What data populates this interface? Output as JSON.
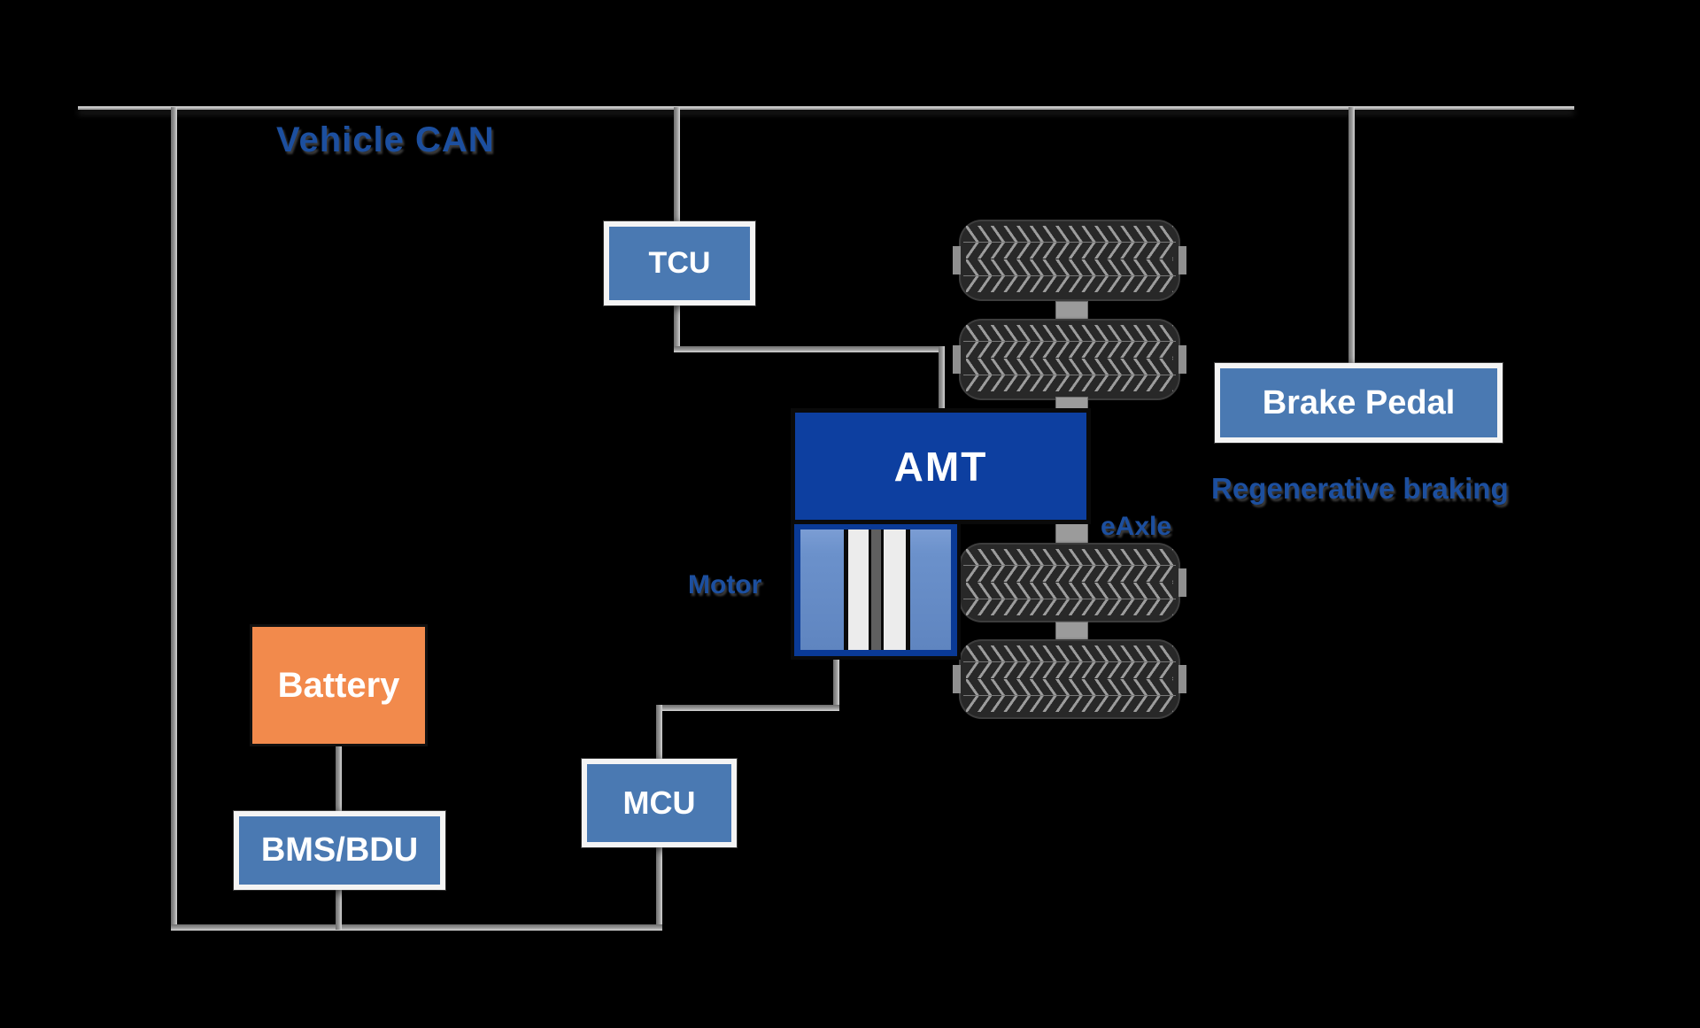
{
  "diagram": {
    "bus_label": "Vehicle CAN",
    "boxes": {
      "tcu": "TCU",
      "brake_pedal": "Brake Pedal",
      "amt": "AMT",
      "battery": "Battery",
      "bms_bdu": "BMS/BDU",
      "mcu": "MCU"
    },
    "labels": {
      "motor": "Motor",
      "eaxle": "eAxle",
      "regenerative_braking": "Regenerative braking"
    },
    "colors": {
      "background": "#000000",
      "panel_blue": "#4a79b2",
      "amt_blue": "#0d3fa0",
      "battery_orange": "#f28a4c",
      "label_blue": "#1c4f9f",
      "line_gray": "#8e8e8e",
      "tire_dark": "#282828",
      "hub_gray": "#9b9b9b",
      "motor_light_blue": "#6b91cb"
    }
  }
}
